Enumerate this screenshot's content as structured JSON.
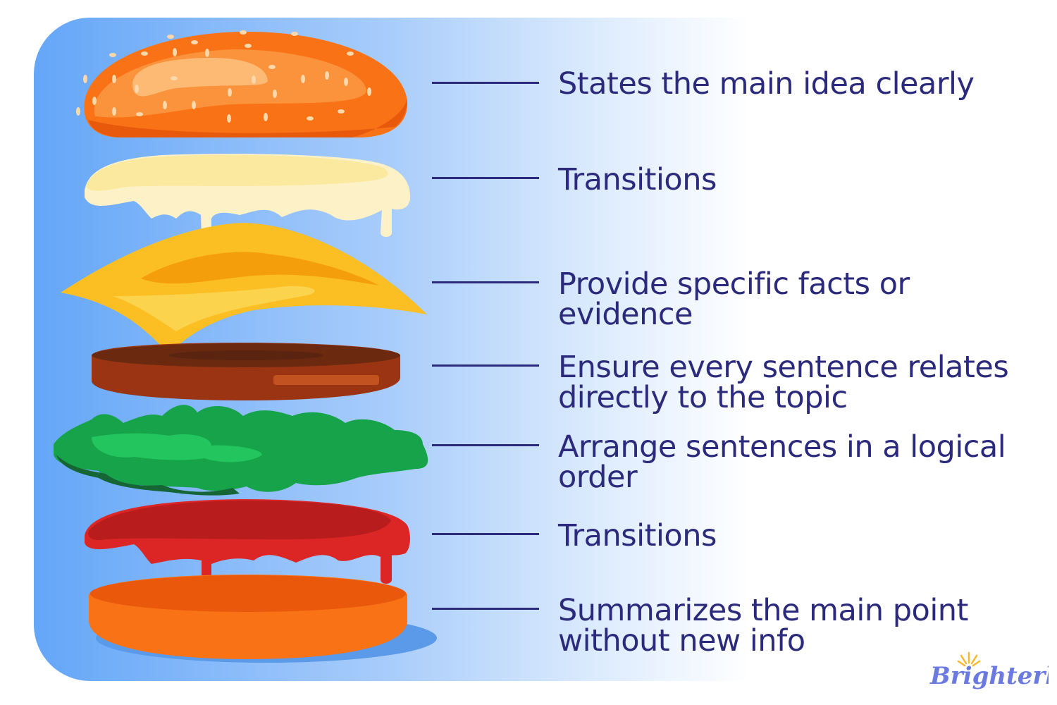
{
  "labels": [
    {
      "layer": "top-bun",
      "text": "States the main idea clearly"
    },
    {
      "layer": "mayo",
      "text": "Transitions"
    },
    {
      "layer": "cheese",
      "text": "Provide specific facts or evidence"
    },
    {
      "layer": "patty",
      "text": "Ensure every sentence relates directly to the topic"
    },
    {
      "layer": "lettuce",
      "text": "Arrange sentences in a logical order"
    },
    {
      "layer": "ketchup",
      "text": "Transitions"
    },
    {
      "layer": "bottom-bun",
      "text": "Summarizes the main point without new info"
    }
  ],
  "logo": {
    "text": "Brighterly"
  },
  "colors": {
    "text": "#2b2a7c",
    "bun": "#f97316",
    "mayo": "#fbe9a0",
    "cheese": "#fbbf24",
    "patty": "#8b2f12",
    "lettuce": "#16a34a",
    "ketchup": "#dc2626",
    "logo": "#6b7ae0",
    "sun": "#f5b82e"
  }
}
